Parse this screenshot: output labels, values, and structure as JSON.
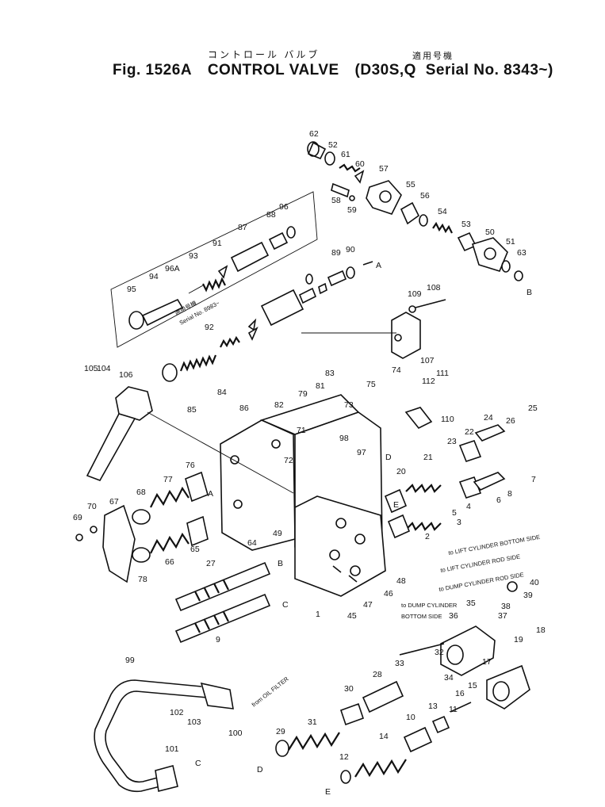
{
  "header": {
    "jp_title": "コントロール バルブ",
    "jp_applicable": "適用号機",
    "fig": "Fig. 1526A",
    "title": "CONTROL VALVE",
    "model": "(D30S,Q",
    "serial": "Serial No. 8343~)"
  },
  "inset": {
    "serial_note_jp": "適用号機",
    "serial_note": "Serial No. 8983~"
  },
  "notes": {
    "lift_bottom": "to LIFT CYLINDER BOTTOM SIDE",
    "lift_rod": "to LIFT CYLINDER ROD SIDE",
    "dump_rod": "to DUMP CYLINDER ROD SIDE",
    "dump_bottom_1": "to DUMP CYLINDER",
    "dump_bottom_2": "BOTTOM SIDE",
    "oil_filter": "from OIL FILTER"
  },
  "arrows": {
    "A": "A",
    "B": "B",
    "C": "C",
    "D": "D",
    "E": "E"
  },
  "parts": [
    "1",
    "2",
    "3",
    "4",
    "5",
    "6",
    "7",
    "8",
    "9",
    "10",
    "11",
    "12",
    "13",
    "14",
    "15",
    "16",
    "17",
    "18",
    "19",
    "20",
    "21",
    "22",
    "23",
    "24",
    "25",
    "26",
    "27",
    "28",
    "29",
    "30",
    "31",
    "32",
    "33",
    "34",
    "35",
    "36",
    "37",
    "38",
    "39",
    "40",
    "45",
    "46",
    "47",
    "48",
    "49",
    "50",
    "51",
    "52",
    "53",
    "54",
    "55",
    "56",
    "57",
    "58",
    "59",
    "60",
    "61",
    "62",
    "63",
    "64",
    "65",
    "66",
    "67",
    "68",
    "69",
    "70",
    "71",
    "72",
    "73",
    "74",
    "75",
    "76",
    "77",
    "78",
    "79",
    "81",
    "82",
    "83",
    "84",
    "85",
    "86",
    "87",
    "88",
    "89",
    "90",
    "91",
    "92",
    "93",
    "94",
    "95",
    "96",
    "96A",
    "97",
    "98",
    "99",
    "100",
    "101",
    "102",
    "103",
    "104",
    "105",
    "106",
    "107",
    "108",
    "109",
    "110",
    "111",
    "112"
  ]
}
